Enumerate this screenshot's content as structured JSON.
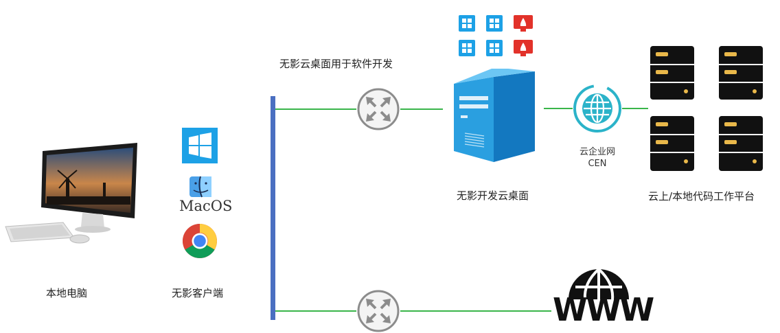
{
  "title": "无影云桌面用于软件开发",
  "local_pc": {
    "label": "本地电脑"
  },
  "client": {
    "label": "无影客户端",
    "macos_text": "MacOS"
  },
  "cloud_desktop": {
    "label": "无影开发云桌面"
  },
  "cen": {
    "label_cn": "云企业网",
    "label_en": "CEN"
  },
  "platform": {
    "label": "云上/本地代码工作平台"
  },
  "www": {
    "text": "WWW"
  },
  "colors": {
    "bus": "#4a6fc1",
    "link": "#39b54a",
    "windows": "#1da1e6",
    "linux_red": "#e2322a",
    "server_blue": "#2a9fe0",
    "cen_teal": "#2bb3c9",
    "router_gray": "#8c8c8c",
    "rack_dark": "#111111",
    "rack_slot": "#e9b84a"
  }
}
